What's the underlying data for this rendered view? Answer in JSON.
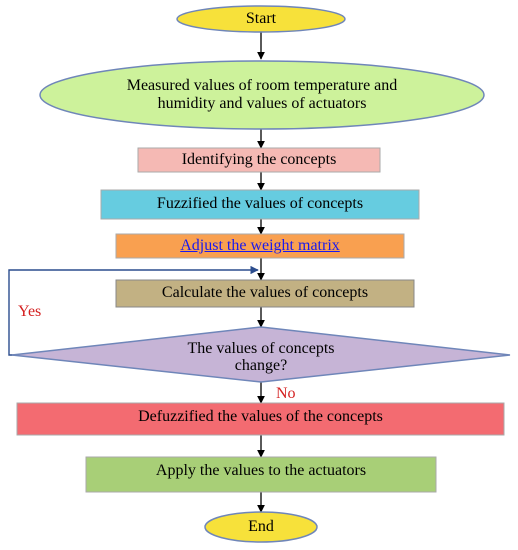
{
  "flowchart": {
    "start": "Start",
    "measure": "Measured values of room temperature and humidity and values of actuators",
    "identify": "Identifying the concepts",
    "fuzzify": "Fuzzified the values of concepts",
    "adjust": "Adjust the weight matrix",
    "calculate": "Calculate the values of concepts",
    "decision": "The values of concepts change?",
    "yes": "Yes",
    "no": "No",
    "defuzzify": "Defuzzified the values of the concepts",
    "apply": "Apply the values to the actuators",
    "end": "End"
  },
  "colors": {
    "start_end": "#f7e13a",
    "measure": "#cdf29b",
    "identify": "#f5b9b4",
    "fuzzify": "#66cce0",
    "adjust": "#f9a050",
    "calculate": "#c2b183",
    "decision": "#c6b4d6",
    "defuzzify": "#f36b71",
    "apply": "#a8cf77",
    "connector": "#000000",
    "loop_line": "#2c4d8e",
    "branch_label": "#d42020",
    "link_text": "#1a1aee"
  }
}
